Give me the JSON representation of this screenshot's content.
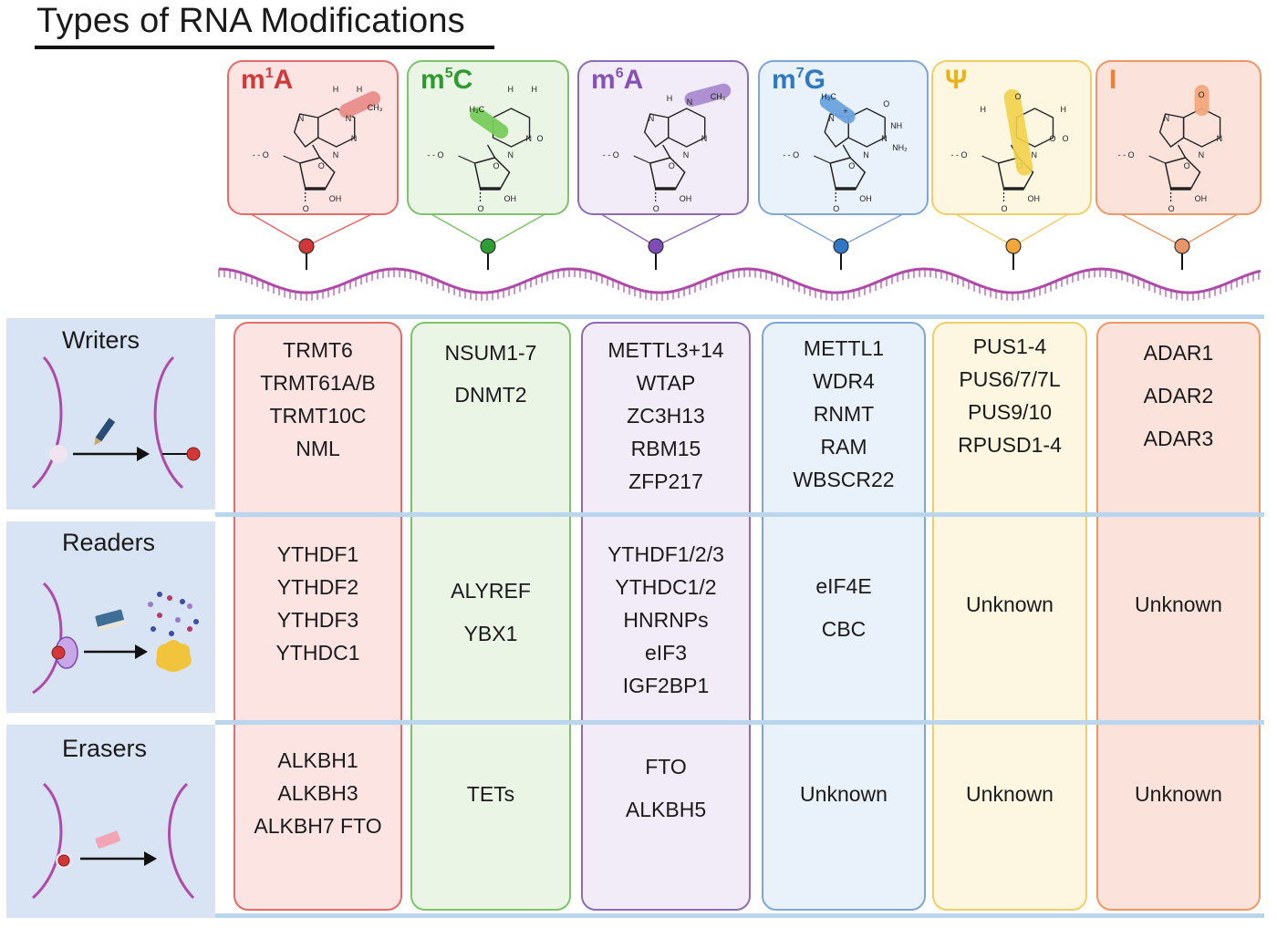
{
  "title": "Types of RNA Modifications",
  "modifications": [
    {
      "key": "m1A",
      "base": "m",
      "sup": "1",
      "tail": "A",
      "color": "#d13a3a",
      "fill": "#fbe4e2",
      "border": "#e36d6b",
      "highlight": "#e88d8b"
    },
    {
      "key": "m5C",
      "base": "m",
      "sup": "5",
      "tail": "C",
      "color": "#2f9a2f",
      "fill": "#ebf5e6",
      "border": "#7ec26c",
      "highlight": "#79cb5c"
    },
    {
      "key": "m6A",
      "base": "m",
      "sup": "6",
      "tail": "A",
      "color": "#8752b7",
      "fill": "#f1ecf7",
      "border": "#8c6cb8",
      "highlight": "#a98ad0"
    },
    {
      "key": "m7G",
      "base": "m",
      "sup": "7",
      "tail": "G",
      "color": "#2f78c2",
      "fill": "#e9f1fb",
      "border": "#7fa6d6",
      "highlight": "#6aa1dc"
    },
    {
      "key": "psi",
      "base": "Ψ",
      "sup": "",
      "tail": "",
      "color": "#e9b21c",
      "fill": "#fdf6e0",
      "border": "#f0cf6a",
      "highlight": "#f1d24a"
    },
    {
      "key": "I",
      "base": "I",
      "sup": "",
      "tail": "",
      "color": "#ec8136",
      "fill": "#fbe3dc",
      "border": "#ef9865",
      "highlight": "#f3a67c"
    }
  ],
  "dot_colors": [
    "#d33636",
    "#2e9e33",
    "#7f4cb8",
    "#2f78c8",
    "#f3a73b",
    "#e9956a"
  ],
  "structure_labels": {
    "oh": "OH",
    "n": "N",
    "nh": "NH",
    "nh2": "NH₂",
    "o": "O",
    "h": "H",
    "ch3": "CH₃",
    "h3c": "H₃C",
    "plus": "+",
    "o_dash": "- - O"
  },
  "roles": [
    {
      "name": "Writers"
    },
    {
      "name": "Readers"
    },
    {
      "name": "Erasers"
    }
  ],
  "table": {
    "writers": [
      [
        "TRMT6",
        "TRMT61A/B",
        "TRMT10C",
        "NML"
      ],
      [
        "NSUM1-7",
        "DNMT2"
      ],
      [
        "METTL3+14",
        "WTAP",
        "ZC3H13",
        "RBM15",
        "ZFP217"
      ],
      [
        "METTL1",
        "WDR4",
        "RNMT",
        "RAM",
        "WBSCR22"
      ],
      [
        "PUS1-4",
        "PUS6/7/7L",
        "PUS9/10",
        "RPUSD1-4"
      ],
      [
        "ADAR1",
        "ADAR2",
        "ADAR3"
      ]
    ],
    "readers": [
      [
        "YTHDF1",
        "YTHDF2",
        "YTHDF3",
        "YTHDC1"
      ],
      [
        "ALYREF",
        "YBX1"
      ],
      [
        "YTHDF1/2/3",
        "YTHDC1/2",
        "HNRNPs",
        "eIF3",
        "IGF2BP1"
      ],
      [
        "eIF4E",
        "CBC"
      ],
      [
        "Unknown"
      ],
      [
        "Unknown"
      ]
    ],
    "erasers": [
      [
        "ALKBH1",
        "ALKBH3",
        "ALKBH7 FTO"
      ],
      [
        "TETs"
      ],
      [
        "FTO",
        "ALKBH5"
      ],
      [
        "Unknown"
      ],
      [
        "Unknown"
      ],
      [
        "Unknown"
      ]
    ]
  }
}
